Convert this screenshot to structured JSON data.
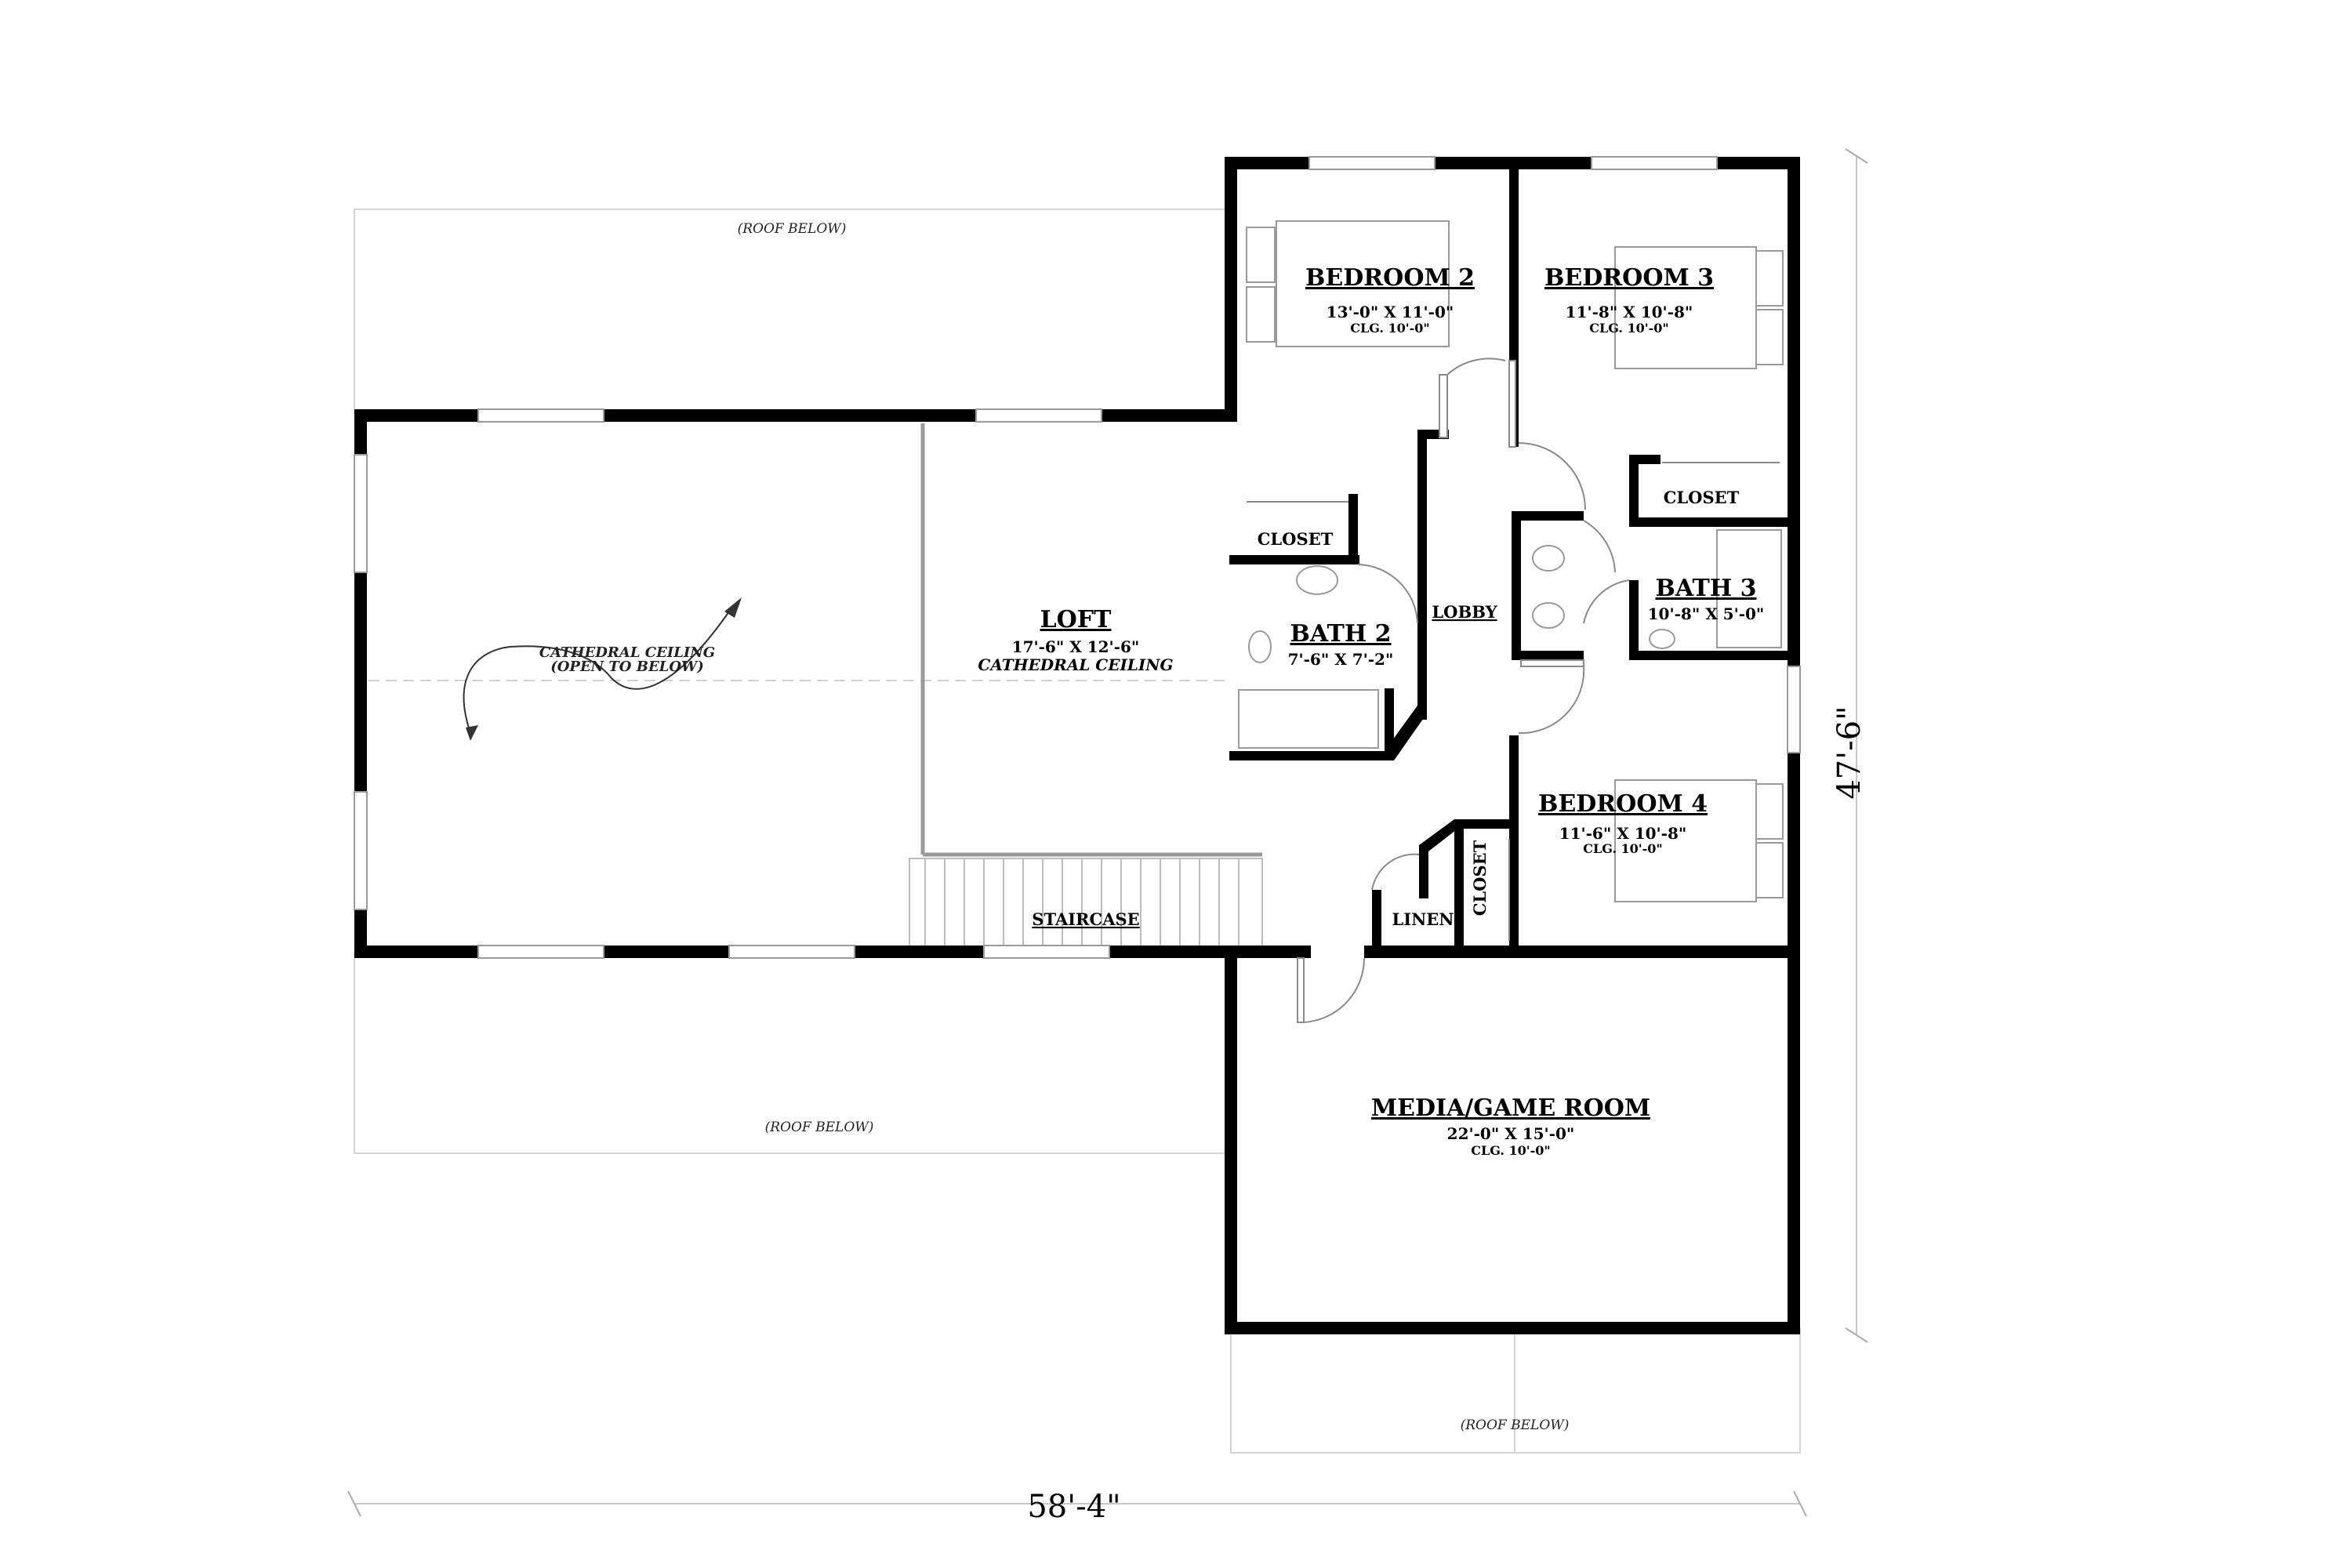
{
  "rooms": {
    "bedroom2": {
      "name": "BEDROOM 2",
      "size": "13'-0\" X 11'-0\"",
      "clg": "CLG. 10'-0\""
    },
    "bedroom3": {
      "name": "BEDROOM 3",
      "size": "11'-8\" X 10'-8\"",
      "clg": "CLG. 10'-0\""
    },
    "bedroom4": {
      "name": "BEDROOM 4",
      "size": "11'-6\" X 10'-8\"",
      "clg": "CLG. 10'-0\""
    },
    "bath2": {
      "name": "BATH 2",
      "size": "7'-6\" X 7'-2\""
    },
    "bath3": {
      "name": "BATH 3",
      "size": "10'-8\" X 5'-0\""
    },
    "loft": {
      "name": "LOFT",
      "size": "17'-6\" X 12'-6\"",
      "note": "CATHEDRAL CEILING"
    },
    "media": {
      "name": "MEDIA/GAME ROOM",
      "size": "22'-0\" X 15'-0\"",
      "clg": "CLG. 10'-0\""
    },
    "lobby": {
      "name": "LOBBY"
    },
    "staircase": {
      "name": "STAIRCASE"
    },
    "closet_b2": {
      "name": "CLOSET"
    },
    "closet_b3": {
      "name": "CLOSET"
    },
    "closet_b4": {
      "name": "CLOSET"
    },
    "linen": {
      "name": "LINEN"
    }
  },
  "notes": {
    "roof_top": "(ROOF BELOW)",
    "roof_left_bottom": "(ROOF BELOW)",
    "roof_bottom": "(ROOF BELOW)",
    "cathedral_line1": "CATHEDRAL CEILING",
    "cathedral_line2": "(OPEN TO BELOW)"
  },
  "dimensions": {
    "overall_width": "58'-4\"",
    "overall_depth": "47'-6\""
  }
}
